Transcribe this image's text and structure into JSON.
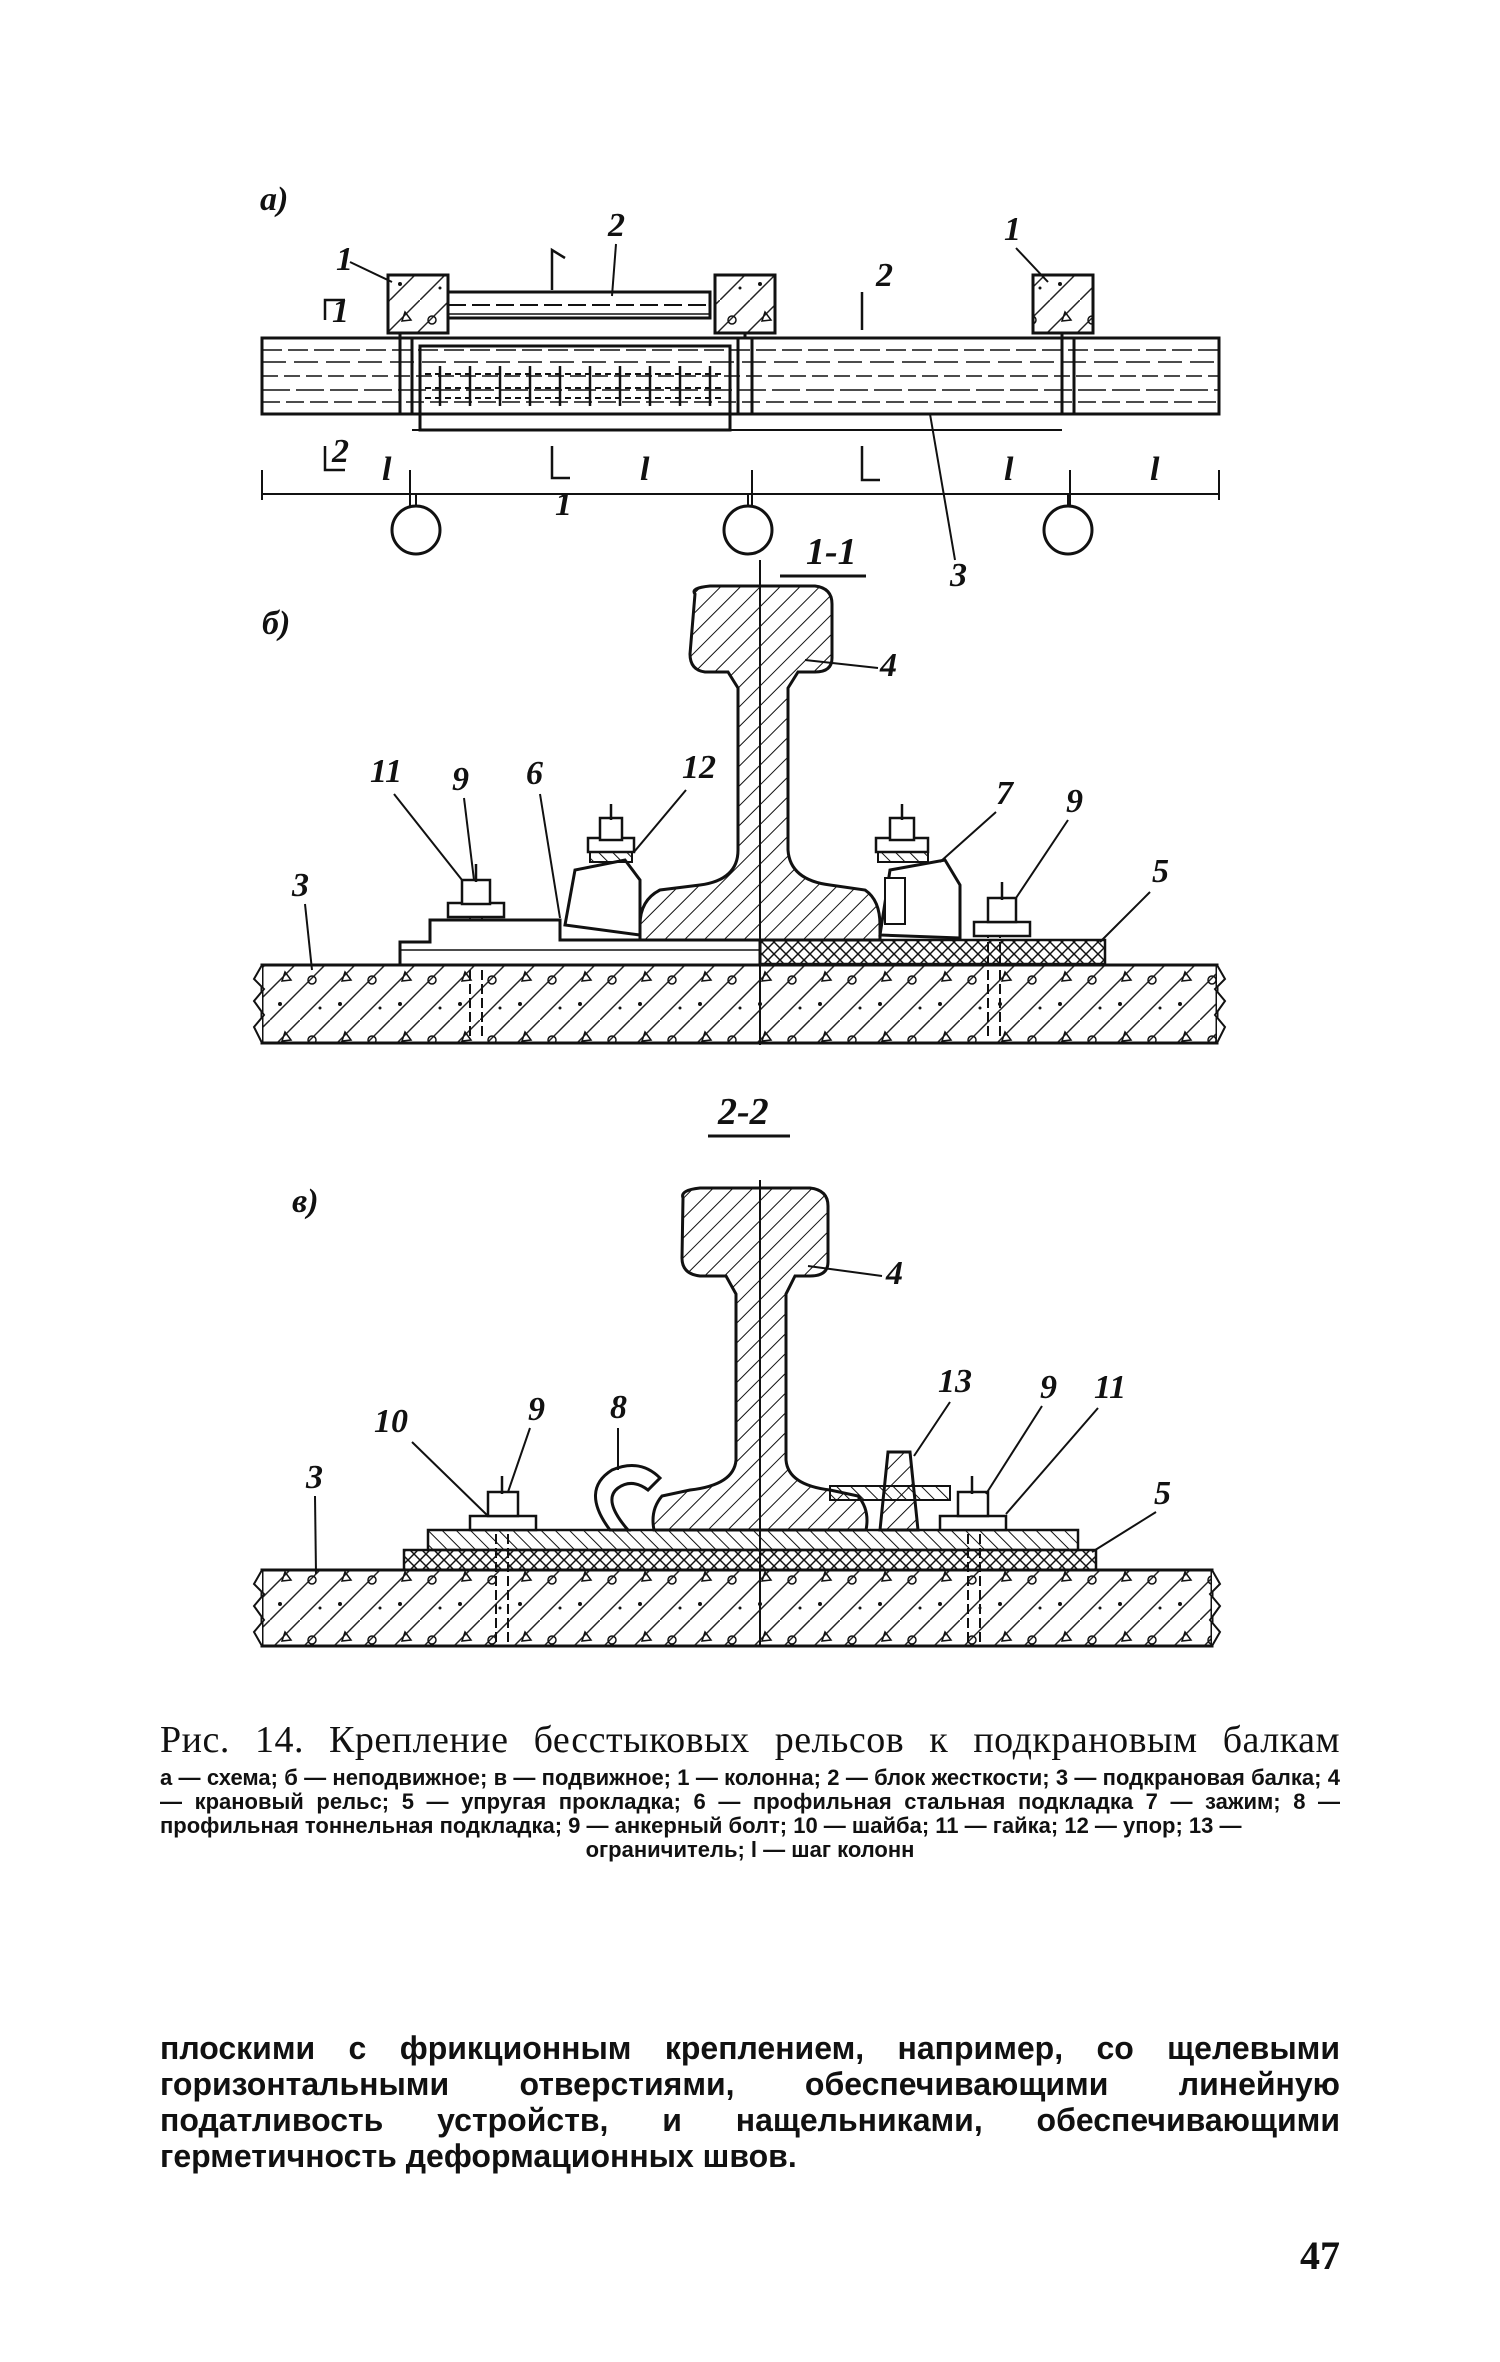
{
  "figure": {
    "panel_a": {
      "label": "а)",
      "callouts": [
        "1",
        "2",
        "1",
        "3"
      ],
      "section_marks": [
        "1",
        "1",
        "2",
        "2"
      ],
      "column_step_labels": [
        "l",
        "l",
        "l",
        "l"
      ]
    },
    "panel_b": {
      "label": "б)",
      "section_title": "1-1",
      "callouts": [
        "4",
        "11",
        "9",
        "6",
        "12",
        "7",
        "9",
        "3",
        "5"
      ]
    },
    "panel_c": {
      "label": "в)",
      "section_title": "2-2",
      "callouts": [
        "4",
        "10",
        "9",
        "8",
        "13",
        "9",
        "11",
        "3",
        "5"
      ]
    }
  },
  "caption": {
    "title": "Рис. 14. Крепление бесстыковых рельсов к подкрановым балкам",
    "legend": "а — схема; б — неподвижное; в — подвижное; 1 — колонна; 2 — блок жесткости; 3 — подкрановая балка; 4 — крановый рельс; 5 — упругая прокладка; 6 — профильная стальная подкладка 7 — зажим; 8 — профильная тоннельная подкладка; 9 — анкерный болт; 10 — шайба; 11 — гайка; 12 — упор; 13 —",
    "legend_last": "ограничитель; l — шаг колонн"
  },
  "body_text": "плоскими с фрикционным креплением, например, со щелевыми горизонтальными отверстиями, обеспечивающими линейную податливость устройств, и нащельниками, обеспечивающими герметичность деформационных швов.",
  "page_number": "47"
}
